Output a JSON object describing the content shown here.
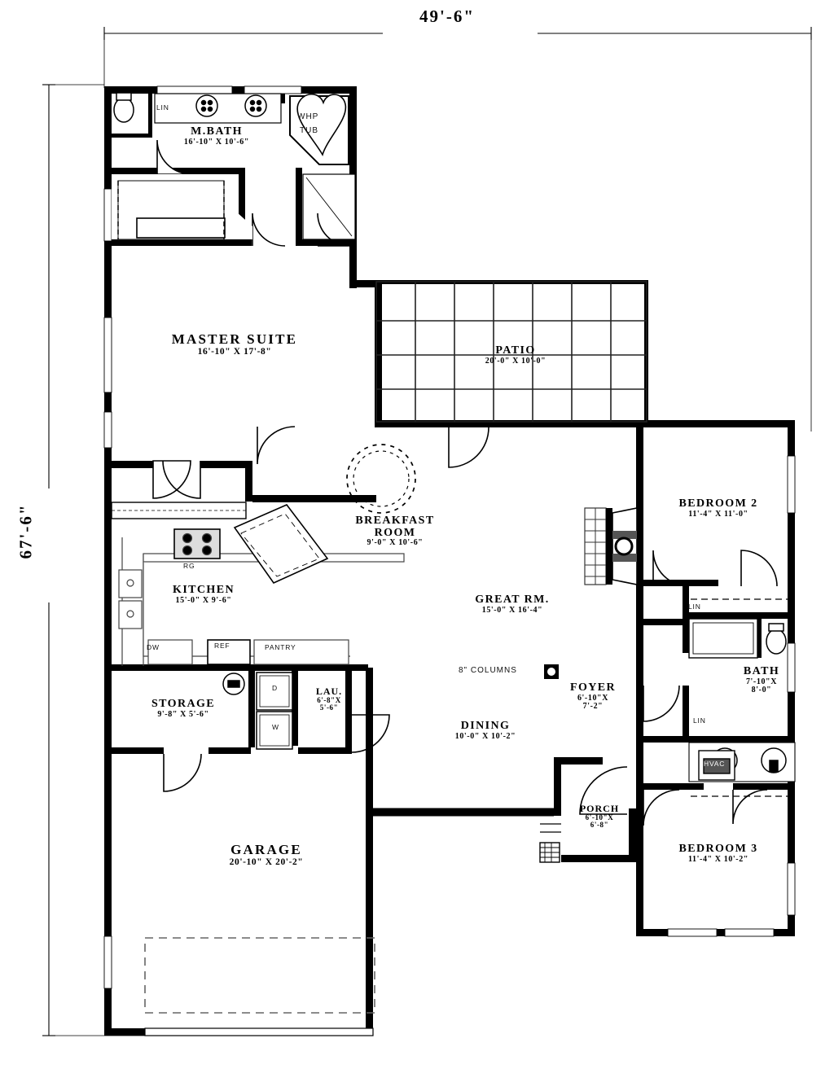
{
  "plan": {
    "overall_width": "49'-6\"",
    "overall_height": "67'-6\"",
    "colors": {
      "ink": "#000000",
      "paper": "#ffffff",
      "thin": "#555555"
    }
  },
  "rooms": [
    {
      "key": "mbath",
      "name": "M.BATH",
      "dim": "16'-10\" X 10'-6\""
    },
    {
      "key": "master",
      "name": "MASTER SUITE",
      "dim": "16'-10\" X 17'-8\""
    },
    {
      "key": "patio",
      "name": "PATIO",
      "dim": "20'-0\" X 10'-0\""
    },
    {
      "key": "breakfast",
      "name": "BREAKFAST",
      "name2": "ROOM",
      "dim": "9'-0\" X 10'-6\""
    },
    {
      "key": "kitchen",
      "name": "KITCHEN",
      "dim": "15'-0\" X 9'-6\""
    },
    {
      "key": "great",
      "name": "GREAT RM.",
      "dim": "15'-0\" X 16'-4\""
    },
    {
      "key": "bedroom2",
      "name": "BEDROOM 2",
      "dim": "11'-4\" X 11'-0\""
    },
    {
      "key": "bath",
      "name": "BATH",
      "dim": "7'-10\"X",
      "dim2": "8'-0\""
    },
    {
      "key": "bedroom3",
      "name": "BEDROOM 3",
      "dim": "11'-4\" X 10'-2\""
    },
    {
      "key": "foyer",
      "name": "FOYER",
      "dim": "6'-10\"X",
      "dim2": "7'-2\""
    },
    {
      "key": "dining",
      "name": "DINING",
      "dim": "10'-0\" X 10'-2\""
    },
    {
      "key": "porch",
      "name": "PORCH",
      "dim": "6'-10\"X",
      "dim2": "6'-8\""
    },
    {
      "key": "storage",
      "name": "STORAGE",
      "dim": "9'-8\" X 5'-6\""
    },
    {
      "key": "laundry",
      "name": "LAU.",
      "dim": "6'-8\"X",
      "dim2": "5'-6\""
    },
    {
      "key": "garage",
      "name": "GARAGE",
      "dim": "20'-10\" X 20'-2\""
    }
  ],
  "tags": {
    "whp_tub_1": "WHP",
    "whp_tub_2": "TUB",
    "lin_mbath": "LIN",
    "lin_bath_upper": "LIN",
    "lin_bath_lower": "LIN",
    "rg": "RG",
    "dw": "DW",
    "ref": "REF",
    "pantry": "PANTRY",
    "dryer": "D",
    "washer": "W",
    "hvac": "HVAC",
    "columns": "8\" COLUMNS"
  }
}
